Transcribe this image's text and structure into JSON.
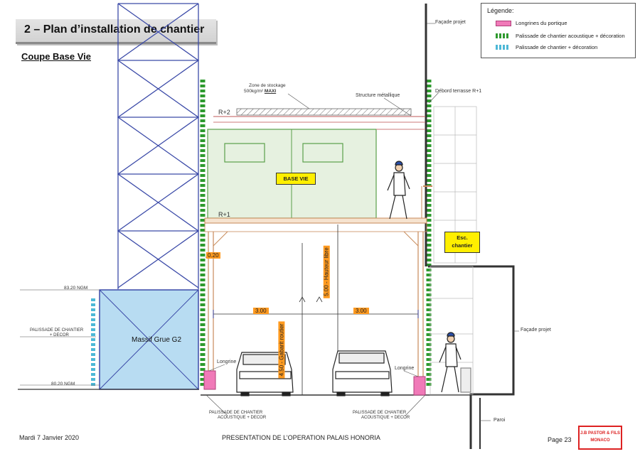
{
  "header": {
    "title": "2 – Plan d’installation de chantier",
    "subtitle": "Coupe Base Vie"
  },
  "legend": {
    "title": "Légende:",
    "items": [
      {
        "label": "Longrines du portique",
        "color": "#f07ab8"
      },
      {
        "label": "Palissade de chantier acoustique + décoration",
        "color": "#2e9a2e"
      },
      {
        "label": "Palissade de chantier + décoration",
        "color": "#4db8d6"
      }
    ]
  },
  "labels": {
    "zone_stockage": "Zone de stockage",
    "zone_charge": "500kg/m²",
    "zone_maxi": "MAXI",
    "structure": "Structure métallique",
    "facade_top": "Façade projet",
    "debord": "Débord terrasse R+1",
    "r2": "R+2",
    "r1": "R+1",
    "base_vie": "BASE VIE",
    "esc_line1": "Esc.",
    "esc_line2": "chantier",
    "dim_020": "0.20",
    "dim_300_left": "3.00",
    "dim_300_right": "3.00",
    "gabarit": "4.50 - Gabarit routier",
    "hauteur": "5.00 - Hauteur libre",
    "ngm_top": "83.20 NGM",
    "ngm_bottom": "80.20 NGM",
    "massif": "Massif Grue G2",
    "palissade_left_1": "PALISSADE DE CHANTIER",
    "palissade_left_2": "+ DECOR",
    "longrine_left": "Longrine",
    "longrine_right": "Longrine",
    "facade_right": "Façade projet",
    "paroi": "Paroi",
    "pal_bottom_1a": "PALISSADE DE CHANTIER",
    "pal_bottom_1b": "ACOUSTIQUE + DECOR",
    "pal_bottom_2a": "PALISSADE DE CHANTIER",
    "pal_bottom_2b": "ACOUSTIQUE + DECOR"
  },
  "footer": {
    "date": "Mardi 7 Janvier 2020",
    "presentation": "PRESENTATION DE L’OPERATION PALAIS HONORIA",
    "page": "Page 23",
    "logo_line1": "J.B PASTOR & FILS",
    "logo_line2": "MONACO"
  },
  "colors": {
    "green": "#2e9a2e",
    "blue": "#4db8d6",
    "pink": "#f07ab8",
    "yellow": "#ffef00",
    "orange": "#ff9a1f"
  }
}
